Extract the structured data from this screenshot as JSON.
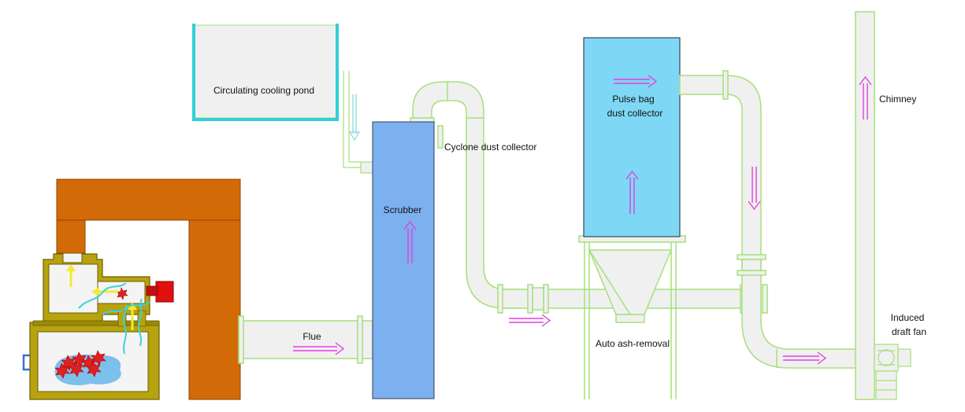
{
  "labels": {
    "cooling_pond": "Circulating cooling pond",
    "scrubber": "Scrubber",
    "cyclone": "Cyclone dust collector",
    "pulse_bag_line1": "Pulse bag",
    "pulse_bag_line2": "dust collector",
    "flue": "Flue",
    "auto_ash": "Auto ash-removal",
    "chimney": "Chimney",
    "fan_line1": "Induced",
    "fan_line2": "draft fan"
  },
  "colors": {
    "pipe_stroke": "#a6e07a",
    "pipe_fill": "#f0f0f0",
    "cooling_pond_border": "#2fd0d8",
    "scrubber_fill": "#7cb0ef",
    "bag_collector_fill": "#7ed7f4",
    "flow_arrow": "#e040e0",
    "water_arrow": "#7fd8e0",
    "duct_brown": "#d36a08",
    "furnace_olive": "#b7a310",
    "furnace_water": "#7cc0ec",
    "flame_red": "#e02020",
    "burner_red": "#e01010",
    "flow_yellow": "#f5ea30",
    "flow_cyan": "#3cd2dc"
  }
}
